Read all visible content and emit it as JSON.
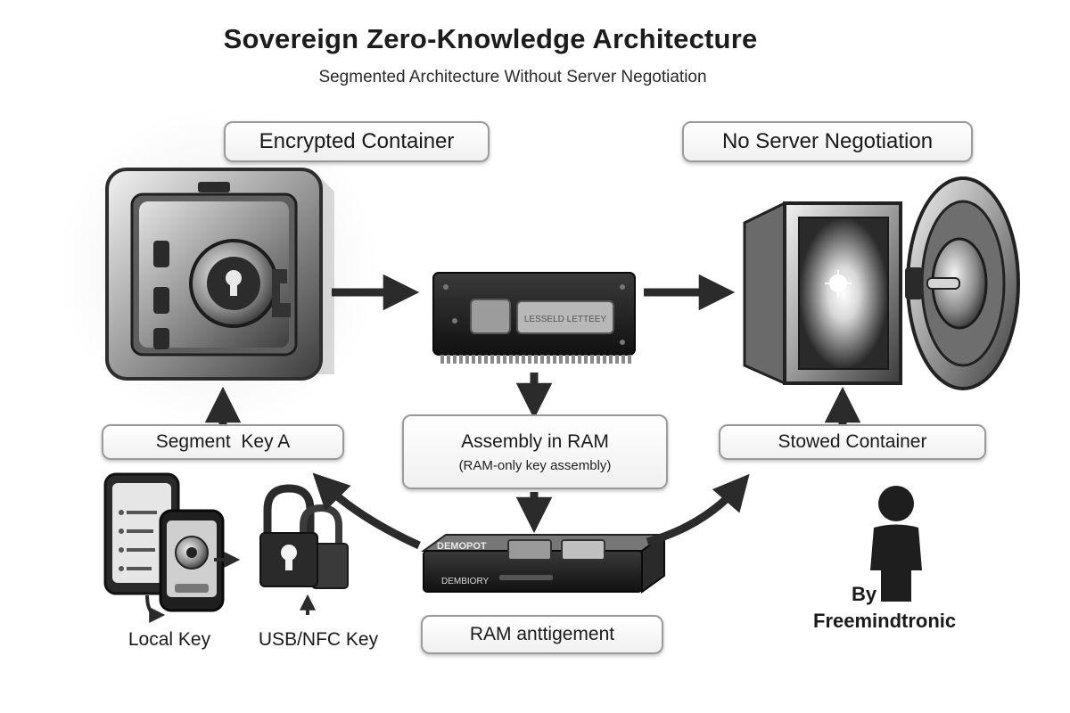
{
  "header": {
    "title": "Sovereign Zero-Knowledge Architecture",
    "subtitle": "Segmented Architecture Without Server Negotiation"
  },
  "labels": {
    "encrypted_container": "Encrypted Container",
    "no_server_negotiation": "No Server Negotiation",
    "segment_key_a": "Segment  Key A",
    "assembly_title": "Assembly in RAM",
    "assembly_note": "(RAM-only key assembly)",
    "stowed_container": "Stowed Container",
    "local_key": "Local Key",
    "usb_nfc_key": "USB/NFC Key",
    "ram_antigement": "RAM anttigement"
  },
  "device_marks": {
    "module_chip_text": "LESSELD LETTEEY",
    "hw_device_text_1": "DEMOPOT",
    "hw_device_text_2": "DEMBIORY"
  },
  "credit": {
    "by": "By",
    "name": "Freemindtronic"
  },
  "colors": {
    "box_border": "#9a9a9a",
    "arrow": "#2b2b2b",
    "metal_dark": "#3a3a3a",
    "metal_light": "#d8d8d8"
  }
}
